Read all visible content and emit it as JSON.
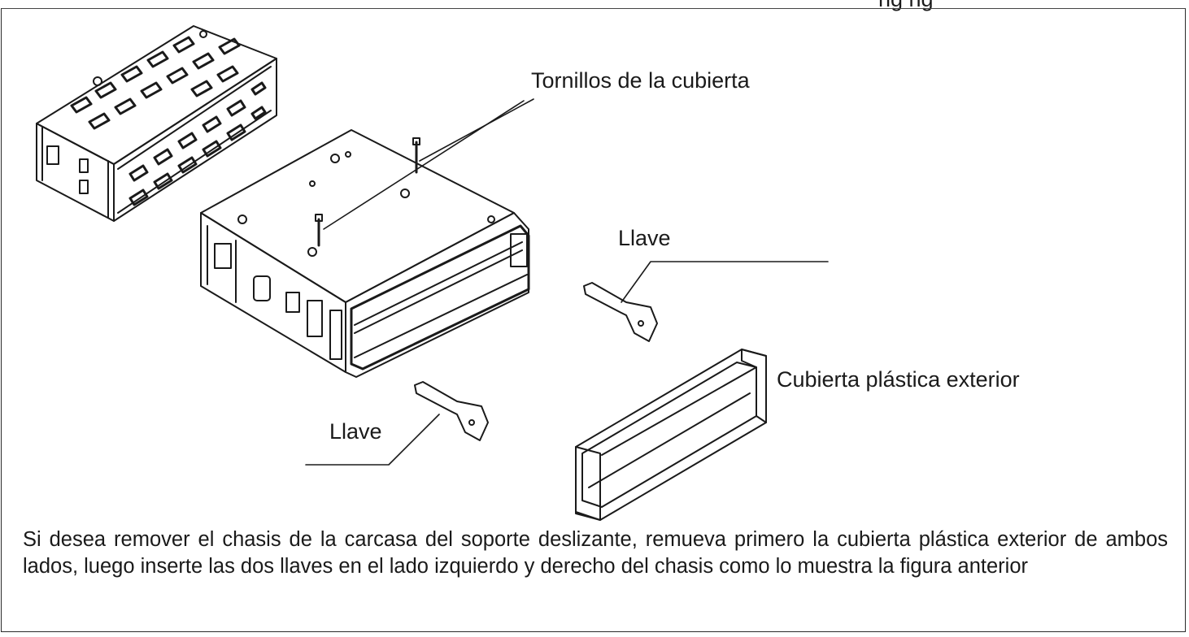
{
  "header_fragment": "ng    ng",
  "labels": {
    "cover_screws": "Tornillos de la cubierta",
    "key_right": "Llave",
    "key_left": "Llave",
    "plastic_cover": "Cubierta plástica exterior"
  },
  "caption": "Si desea remover el chasis de la carcasa del soporte deslizante, remueva primero la cubierta plástica exterior de ambos lados, luego inserte las dos llaves en el lado izquierdo y derecho del chasis como lo muestra la figura anterior",
  "colors": {
    "line": "#1a1a1a",
    "frame": "#2a2a2a",
    "background": "#ffffff"
  }
}
